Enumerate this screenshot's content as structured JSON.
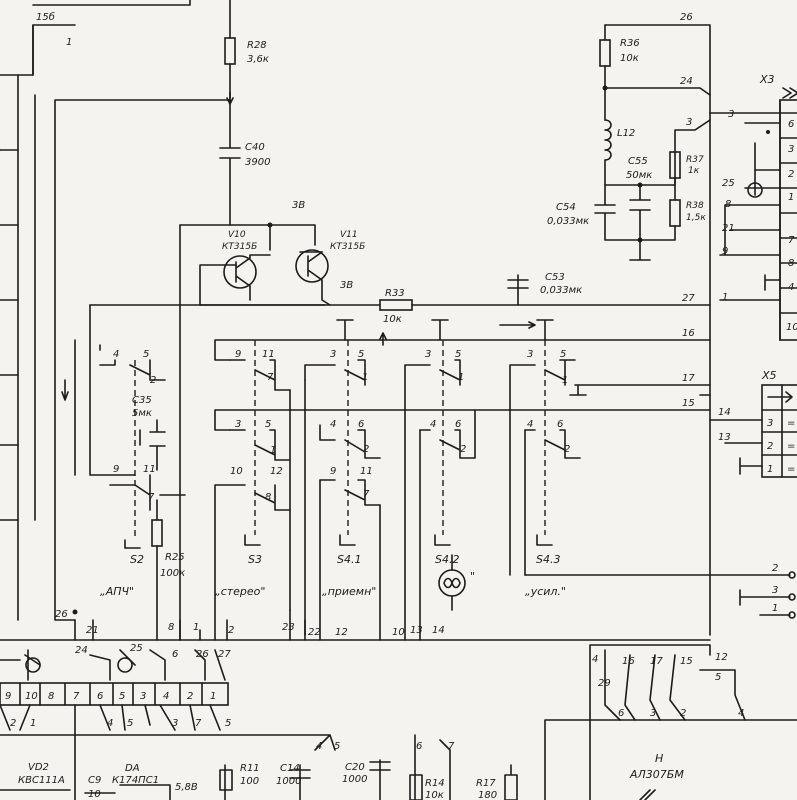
{
  "components": {
    "R28": {
      "ref": "R28",
      "value": "3,6к"
    },
    "C40": {
      "ref": "C40",
      "value": "3900"
    },
    "V10": {
      "ref": "V10",
      "type": "КТ315Б"
    },
    "V11": {
      "ref": "V11",
      "type": "КТ315Б"
    },
    "R33": {
      "ref": "R33",
      "value": "10к"
    },
    "C53": {
      "ref": "C53",
      "value": "0,033мк"
    },
    "R36": {
      "ref": "R36",
      "value": "10к"
    },
    "L12": {
      "ref": "L12"
    },
    "C55": {
      "ref": "C55",
      "value": "50мк"
    },
    "R37": {
      "ref": "R37",
      "value": "1к"
    },
    "C54": {
      "ref": "C54",
      "value": "0,033мк"
    },
    "R38": {
      "ref": "R38",
      "value": "1,5к"
    },
    "C35": {
      "ref": "C35",
      "value": "5мк"
    },
    "R25": {
      "ref": "R25",
      "value": "100к"
    },
    "VD2": {
      "ref": "VD2",
      "type": "КВС111А"
    },
    "C9": {
      "ref": "C9",
      "value": "10"
    },
    "DA": {
      "ref": "DA",
      "type": "К174ПС1"
    },
    "R11": {
      "ref": "R11",
      "value": "100"
    },
    "C14": {
      "ref": "C14",
      "value": "1000"
    },
    "C20": {
      "ref": "C20",
      "value": "1000"
    },
    "R14": {
      "ref": "R14",
      "value": "10к"
    },
    "R17": {
      "ref": "R17",
      "value": "180"
    },
    "H": {
      "ref": "H",
      "type": "АЛ307БМ"
    }
  },
  "connectors": {
    "x3": "X3",
    "x5": "X5"
  },
  "switches": [
    {
      "ref": "S2",
      "caption": "„АПЧ\""
    },
    {
      "ref": "S3",
      "caption": "„стерео\""
    },
    {
      "ref": "S4.1",
      "caption": "„приемн\""
    },
    {
      "ref": "S4.2",
      "caption": "\""
    },
    {
      "ref": "S4.3",
      "caption": "„усил.\""
    }
  ],
  "voltage": "5,8В",
  "nets": {
    "n15b": "15б",
    "n1top": "1",
    "n26": "26",
    "n24": "24",
    "n3a": "3",
    "n3b": "3",
    "n25": "25",
    "n8": "8",
    "n21": "21",
    "n9": "9",
    "n1r": "1",
    "n27": "27",
    "n16": "16",
    "n17": "17",
    "n15": "15",
    "n14": "14",
    "n13": "13",
    "n3v": "3В",
    "n3v2": "3В",
    "n26b": "26",
    "n21b": "21",
    "n8b": "8",
    "n1b": "1",
    "n2b": "2",
    "n23": "23",
    "n22": "22",
    "n12": "12",
    "n10": "10",
    "n13b": "13",
    "n14b": "14",
    "n24b": "24",
    "n25b": "25",
    "n6": "6",
    "n26c": "26",
    "n27b": "27"
  },
  "x3_pins": [
    "6",
    "3",
    "2",
    "1",
    "7",
    "8",
    "4",
    "10"
  ],
  "x5_pins": [
    "3",
    "2",
    "1"
  ],
  "x5_end_labels": [
    "=",
    "=",
    "="
  ],
  "x2_pins": [
    "2",
    "3",
    "1"
  ],
  "bottom_strip": [
    "9",
    "10",
    "8",
    "7",
    "6",
    "5",
    "3",
    "4",
    "2",
    "1"
  ],
  "bottom_labels": {
    "b2": "2",
    "b1": "1",
    "b4": "4",
    "b5": "5",
    "b3": "3",
    "b7": "7",
    "b5b": "5",
    "bb4": "4",
    "bb5": "5",
    "bb6": "6",
    "bb7": "7"
  },
  "h_pins": {
    "p4": "4",
    "p16": "16",
    "p17": "17",
    "p15": "15",
    "p12": "12",
    "p5": "5",
    "p29": "29",
    "p6": "6",
    "p3": "3",
    "p2": "2",
    "p4b": "4"
  },
  "contacts": {
    "s2": [
      "4",
      "5",
      "2",
      "9",
      "11",
      "7"
    ],
    "s3": [
      "9",
      "11",
      "7",
      "3",
      "5",
      "1",
      "10",
      "12",
      "8"
    ],
    "s41": [
      "3",
      "5",
      "1",
      "4",
      "6",
      "2",
      "9",
      "11",
      "7"
    ],
    "s42": [
      "3",
      "5",
      "1",
      "4",
      "6",
      "2"
    ],
    "s43": [
      "3",
      "5",
      "1",
      "4",
      "6",
      "2"
    ]
  }
}
